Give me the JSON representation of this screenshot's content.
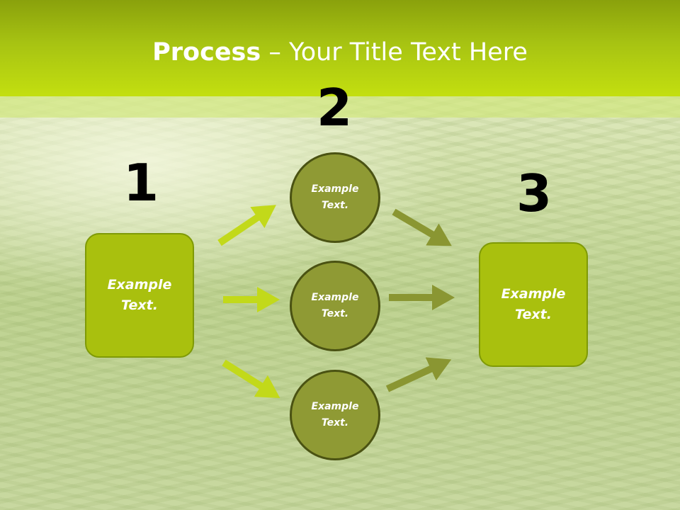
{
  "title": {
    "bold": "Process",
    "rest": " – Your Title Text Here"
  },
  "steps": [
    {
      "number": "1",
      "label": "Example\nText."
    },
    {
      "number": "2",
      "items": [
        "Example\nText.",
        "Example\nText.",
        "Example\nText."
      ]
    },
    {
      "number": "3",
      "label": "Example\nText."
    }
  ],
  "colors": {
    "header": "#a7c312",
    "box_fill": "#a9c00e",
    "circle_fill": "#8f9a34",
    "arrow_left": "#c2d91a",
    "arrow_right": "#8a9632"
  }
}
